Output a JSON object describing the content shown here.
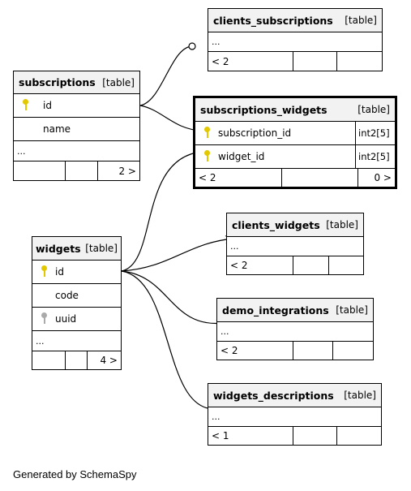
{
  "credit": "Generated by SchemaSpy",
  "colors": {
    "primary_key": "#e3c800",
    "index_key": "#aaaaaa",
    "header_bg": "#f2f2f2"
  },
  "tables": {
    "clients_subscriptions": {
      "name": "clients_subscriptions",
      "type": "[table]",
      "ellipsis": "...",
      "parents": "< 2",
      "children": ""
    },
    "subscriptions": {
      "name": "subscriptions",
      "type": "[table]",
      "columns": [
        {
          "name": "id",
          "icon": "primary-key-icon"
        },
        {
          "name": "name",
          "icon": ""
        }
      ],
      "ellipsis": "...",
      "parents": "",
      "children": "2 >"
    },
    "subscriptions_widgets": {
      "name": "subscriptions_widgets",
      "type": "[table]",
      "columns": [
        {
          "name": "subscription_id",
          "icon": "primary-key-icon",
          "type": "int2[5]"
        },
        {
          "name": "widget_id",
          "icon": "primary-key-icon",
          "type": "int2[5]"
        }
      ],
      "parents": "< 2",
      "children": "0 >"
    },
    "clients_widgets": {
      "name": "clients_widgets",
      "type": "[table]",
      "ellipsis": "...",
      "parents": "< 2",
      "children": ""
    },
    "widgets": {
      "name": "widgets",
      "type": "[table]",
      "columns": [
        {
          "name": "id",
          "icon": "primary-key-icon"
        },
        {
          "name": "code",
          "icon": ""
        },
        {
          "name": "uuid",
          "icon": "index-key-icon"
        }
      ],
      "ellipsis": "...",
      "parents": "",
      "children": "4 >"
    },
    "demo_integrations": {
      "name": "demo_integrations",
      "type": "[table]",
      "ellipsis": "...",
      "parents": "< 2",
      "children": ""
    },
    "widgets_descriptions": {
      "name": "widgets_descriptions",
      "type": "[table]",
      "ellipsis": "...",
      "parents": "< 1",
      "children": ""
    }
  }
}
